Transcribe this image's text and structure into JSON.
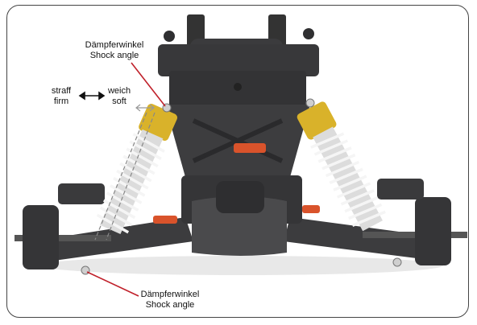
{
  "labels": {
    "top": {
      "line1": "Dämpferwinkel",
      "line2": "Shock angle"
    },
    "bottom": {
      "line1": "Dämpferwinkel",
      "line2": "Shock angle"
    },
    "straff": "straff",
    "firm": "firm",
    "weich": "weich",
    "soft": "soft"
  },
  "colors": {
    "pointer": "#c0202a",
    "chassis": "#3a3a3c",
    "shock_body": "#d9b22a",
    "spring": "#f2f2f2",
    "accent_red": "#d9532b"
  }
}
